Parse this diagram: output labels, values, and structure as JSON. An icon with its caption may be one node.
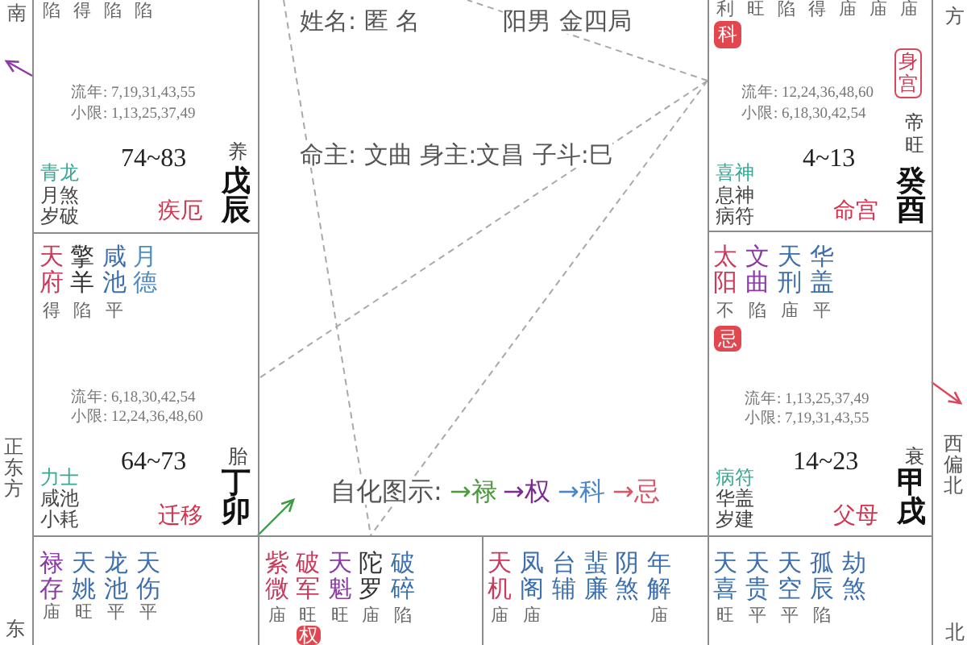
{
  "diagram": {
    "nodes": [
      {
        "text": [
          "陷",
          "得",
          "陷",
          "陷",
          "流年: 7,19,31,43,55",
          "小限: 1,13,25,37,49",
          "74~83",
          "养",
          "青龙",
          "月煞",
          "岁破",
          "疾厄",
          "戊辰"
        ],
        "beside": [
          "南"
        ]
      },
      {
        "text": [
          "利",
          "旺",
          "陷",
          "得",
          "庙",
          "庙",
          "庙",
          "流年: 12,24,36,48,60",
          "小限: 6,18,30,42,54",
          "4~13",
          "帝旺",
          "喜神",
          "息神",
          "病符",
          "命宫",
          "癸酉"
        ],
        "beside": [
          "方"
        ]
      },
      {
        "text": [
          "科"
        ],
        "in": 1
      },
      {
        "text": [
          "身宫"
        ],
        "in": 1
      },
      {
        "text": [
          "天府",
          "擎羊",
          "咸池",
          "月德",
          "得",
          "陷",
          "平",
          "流年: 6,18,30,42,54",
          "小限: 12,24,36,48,60",
          "64~73",
          "胎",
          "力士",
          "咸池",
          "小耗",
          "迁移",
          "丁卯"
        ],
        "beside": [
          "正东方"
        ]
      },
      {
        "text": [
          "太阳",
          "文曲",
          "天刑",
          "华盖",
          "不",
          "陷",
          "庙",
          "平",
          "流年: 1,13,25,37,49",
          "小限: 7,19,31,43,55",
          "14~23",
          "衰",
          "病符",
          "华盖",
          "岁建",
          "父母",
          "甲戌"
        ],
        "beside": [
          "西偏北"
        ]
      },
      {
        "text": [
          "忌"
        ],
        "in": 5
      },
      {
        "text": [
          "禄存",
          "天姚",
          "龙池",
          "天伤",
          "庙",
          "旺",
          "平",
          "平"
        ],
        "beside": [
          "东"
        ]
      },
      {
        "text": [
          "紫微",
          "破军",
          "天魁",
          "陀罗",
          "破碎",
          "庙",
          "旺",
          "旺",
          "庙",
          "陷"
        ]
      },
      {
        "text": [
          "权"
        ],
        "in": 8
      },
      {
        "text": [
          "天机",
          "凤阁",
          "台辅",
          "蜚廉",
          "阴煞",
          "年解",
          "庙",
          "庙",
          "庙"
        ]
      },
      {
        "text": [
          "天喜",
          "天贵",
          "天空",
          "孤辰",
          "劫煞",
          "旺",
          "平",
          "平",
          "陷"
        ],
        "beside": [
          "北"
        ]
      }
    ],
    "edges": [
      {
        "from": 1,
        "to": 4,
        "arrow": "none",
        "style": "dashed"
      },
      {
        "from": 1,
        "to": 8,
        "arrow": "none",
        "style": "dashed"
      },
      {
        "from": 1,
        "to": null,
        "arrow": "none",
        "style": "dashed"
      },
      {
        "from": null,
        "to": 8,
        "arrow": "none",
        "style": "dashed"
      },
      {
        "from": 0,
        "to": null,
        "arrow": "to",
        "color": "#8e3aa4"
      },
      {
        "from": 8,
        "to": null,
        "arrow": "to",
        "color": "#3f9a45"
      },
      {
        "from": 5,
        "to": null,
        "arrow": "to",
        "color": "#d9475c"
      }
    ],
    "labels": [
      "姓名: 匿 名",
      "阳男 金四局",
      "命主: 文曲 身主:文昌 子斗:巳",
      "自化图示:",
      "→禄",
      "→权",
      "→科",
      "→忌"
    ]
  }
}
